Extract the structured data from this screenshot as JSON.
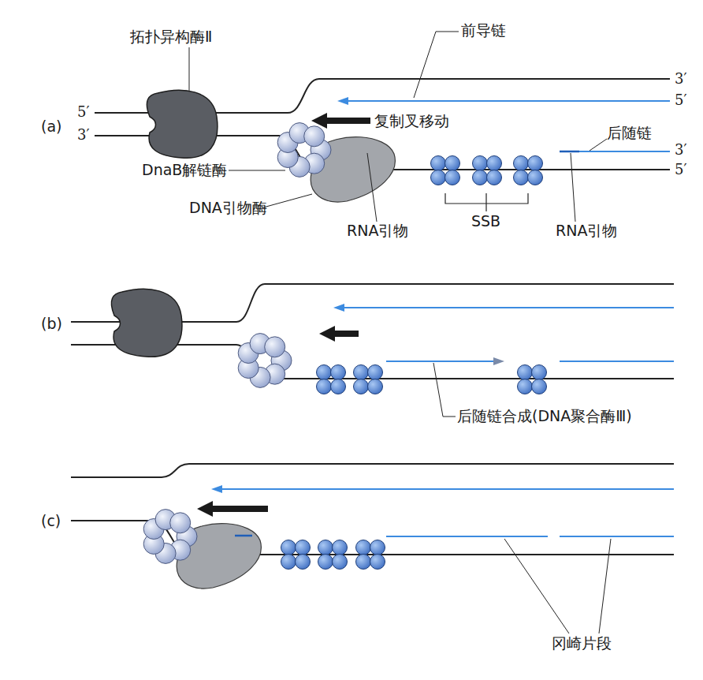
{
  "diagram": {
    "labels": [
      "前导链",
      "拓扑异构酶Ⅱ",
      "3′",
      "5′",
      "5′",
      "(a)",
      "3′",
      "复制叉移动",
      "后随链",
      "3′",
      "DnaB解链酶",
      "5′",
      "DNA引物酶",
      "RNA引物",
      "SSB",
      "RNA引物",
      "(b)",
      "后随链合成(DNA聚合酶Ⅲ)",
      "(c)",
      "冈崎片段"
    ]
  }
}
